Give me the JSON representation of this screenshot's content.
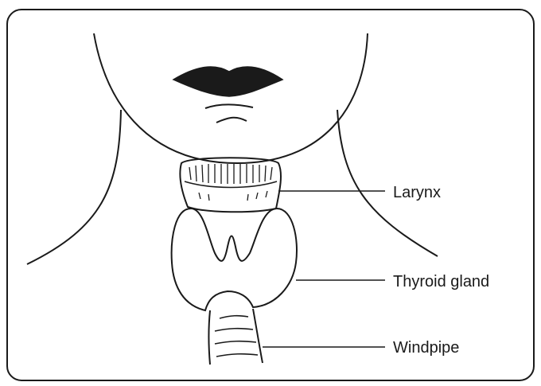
{
  "diagram": {
    "labels": {
      "larynx": "Larynx",
      "thyroid": "Thyroid gland",
      "windpipe": "Windpipe"
    },
    "colors": {
      "stroke": "#1a1a1a",
      "background": "#ffffff"
    }
  }
}
